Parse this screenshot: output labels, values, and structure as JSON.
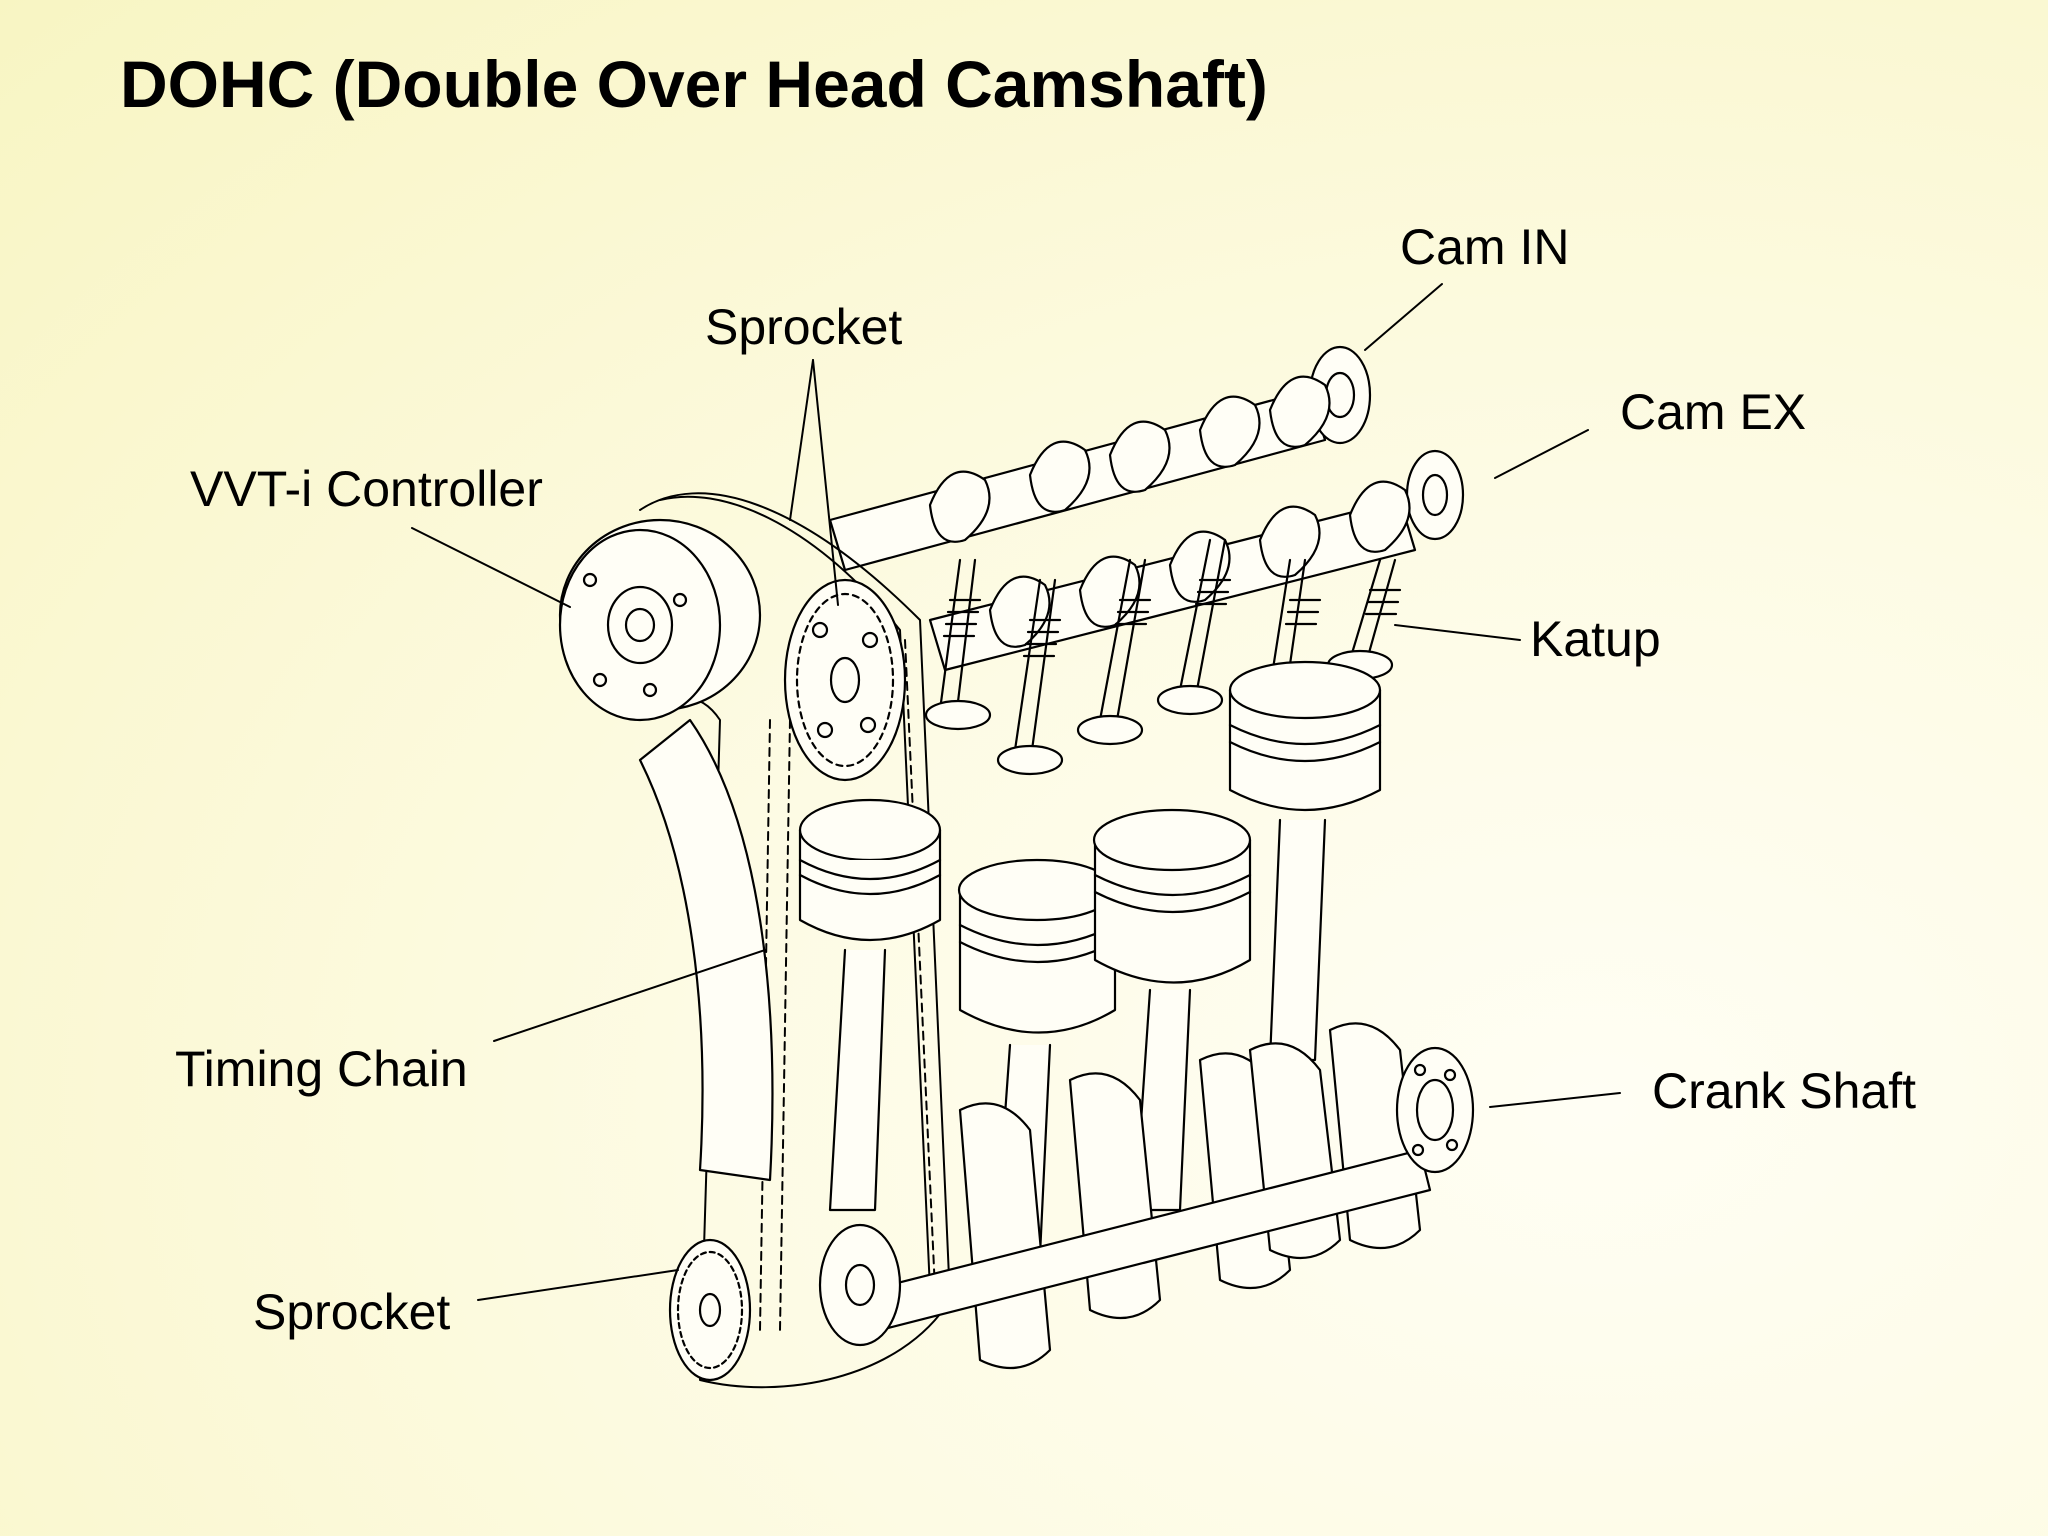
{
  "title": "DOHC (Double Over Head Camshaft)",
  "labels": {
    "cam_in": "Cam IN",
    "cam_ex": "Cam EX",
    "sprocket_top": "Sprocket",
    "vvti_controller": "VVT-i Controller",
    "katup": "Katup",
    "timing_chain": "Timing Chain",
    "crank_shaft": "Crank Shaft",
    "sprocket_bottom": "Sprocket"
  },
  "colors": {
    "background_light": "#fffef4",
    "background_dark": "#f8f5c3",
    "line": "#000000"
  }
}
